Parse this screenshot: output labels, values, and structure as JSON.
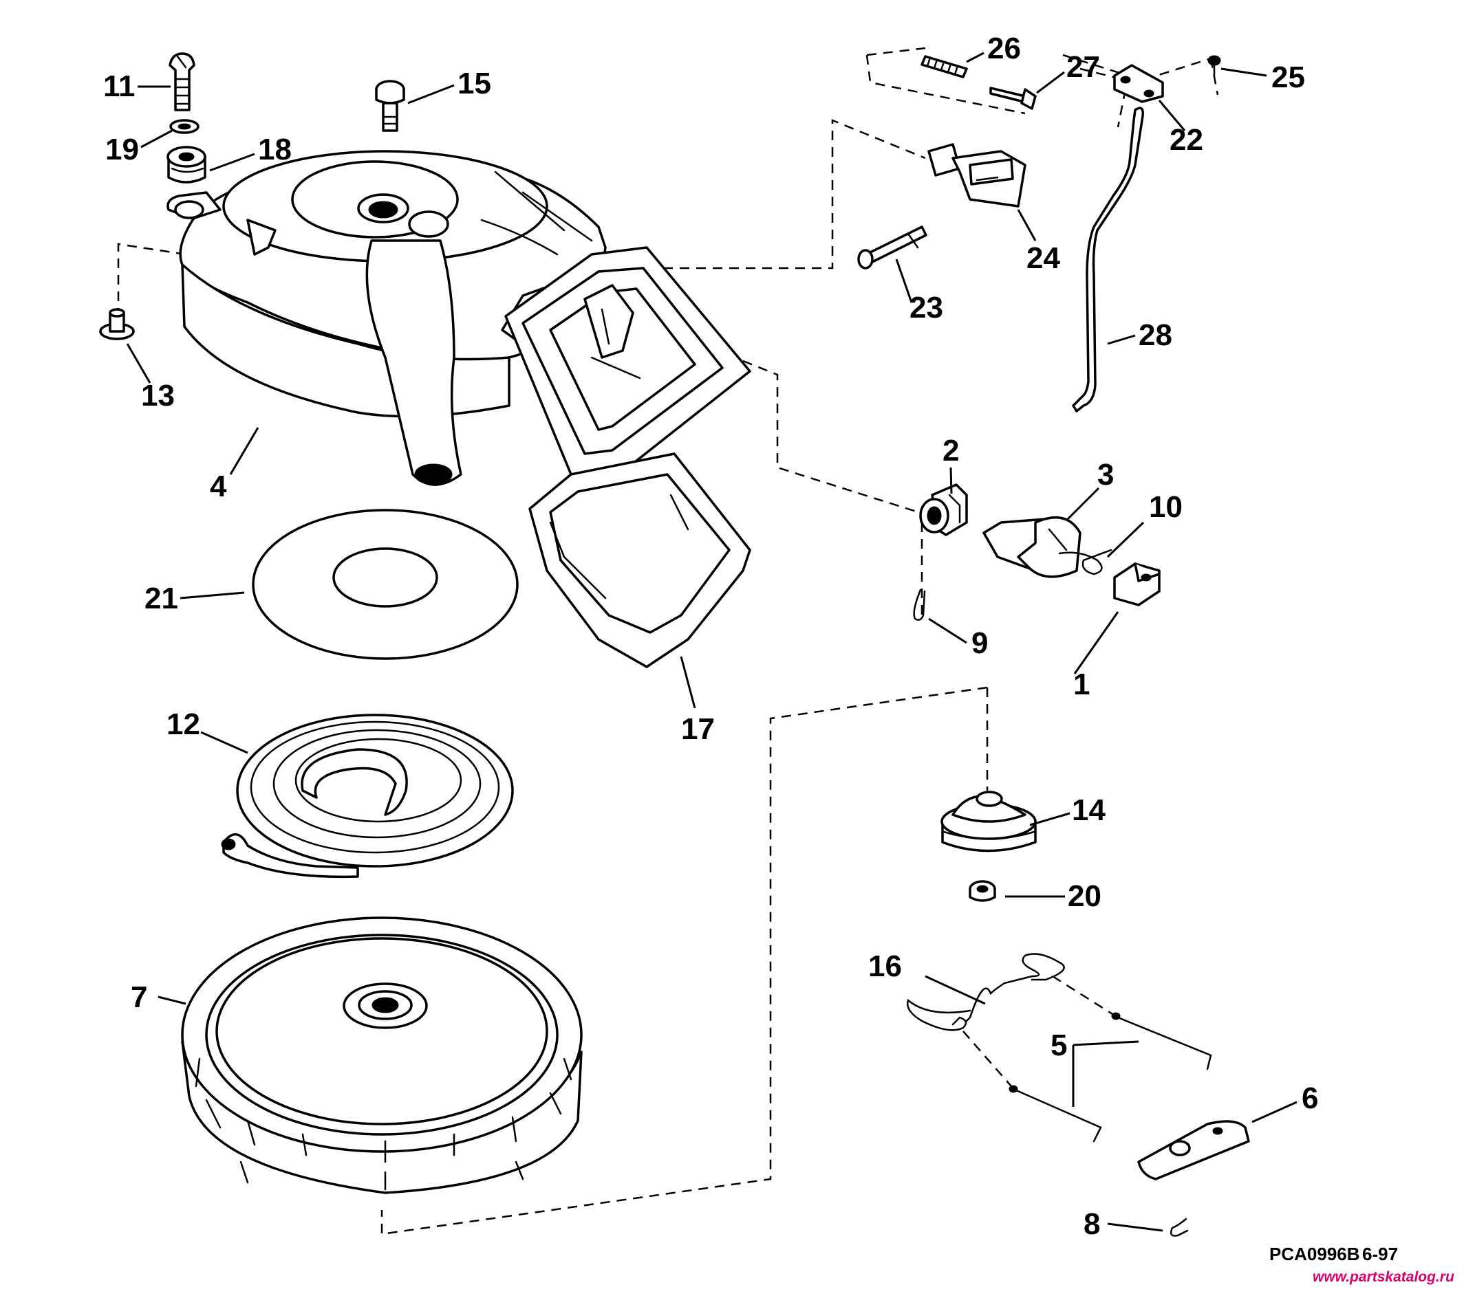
{
  "callouts": {
    "c1": "1",
    "c2": "2",
    "c3": "3",
    "c4": "4",
    "c5": "5",
    "c6": "6",
    "c7": "7",
    "c8": "8",
    "c9": "9",
    "c10": "10",
    "c11": "11",
    "c12": "12",
    "c13": "13",
    "c14": "14",
    "c15": "15",
    "c16": "16",
    "c17": "17",
    "c18": "18",
    "c19": "19",
    "c20": "20",
    "c21": "21",
    "c22": "22",
    "c23": "23",
    "c24": "24",
    "c25": "25",
    "c26": "26",
    "c27": "27",
    "c28": "28"
  },
  "drawing_code": "PCA0996B",
  "date_code": "6-97",
  "watermark": "www.partskatalog.ru",
  "colors": {
    "line": "#000000",
    "background": "#ffffff",
    "watermark": "#d8006a"
  }
}
